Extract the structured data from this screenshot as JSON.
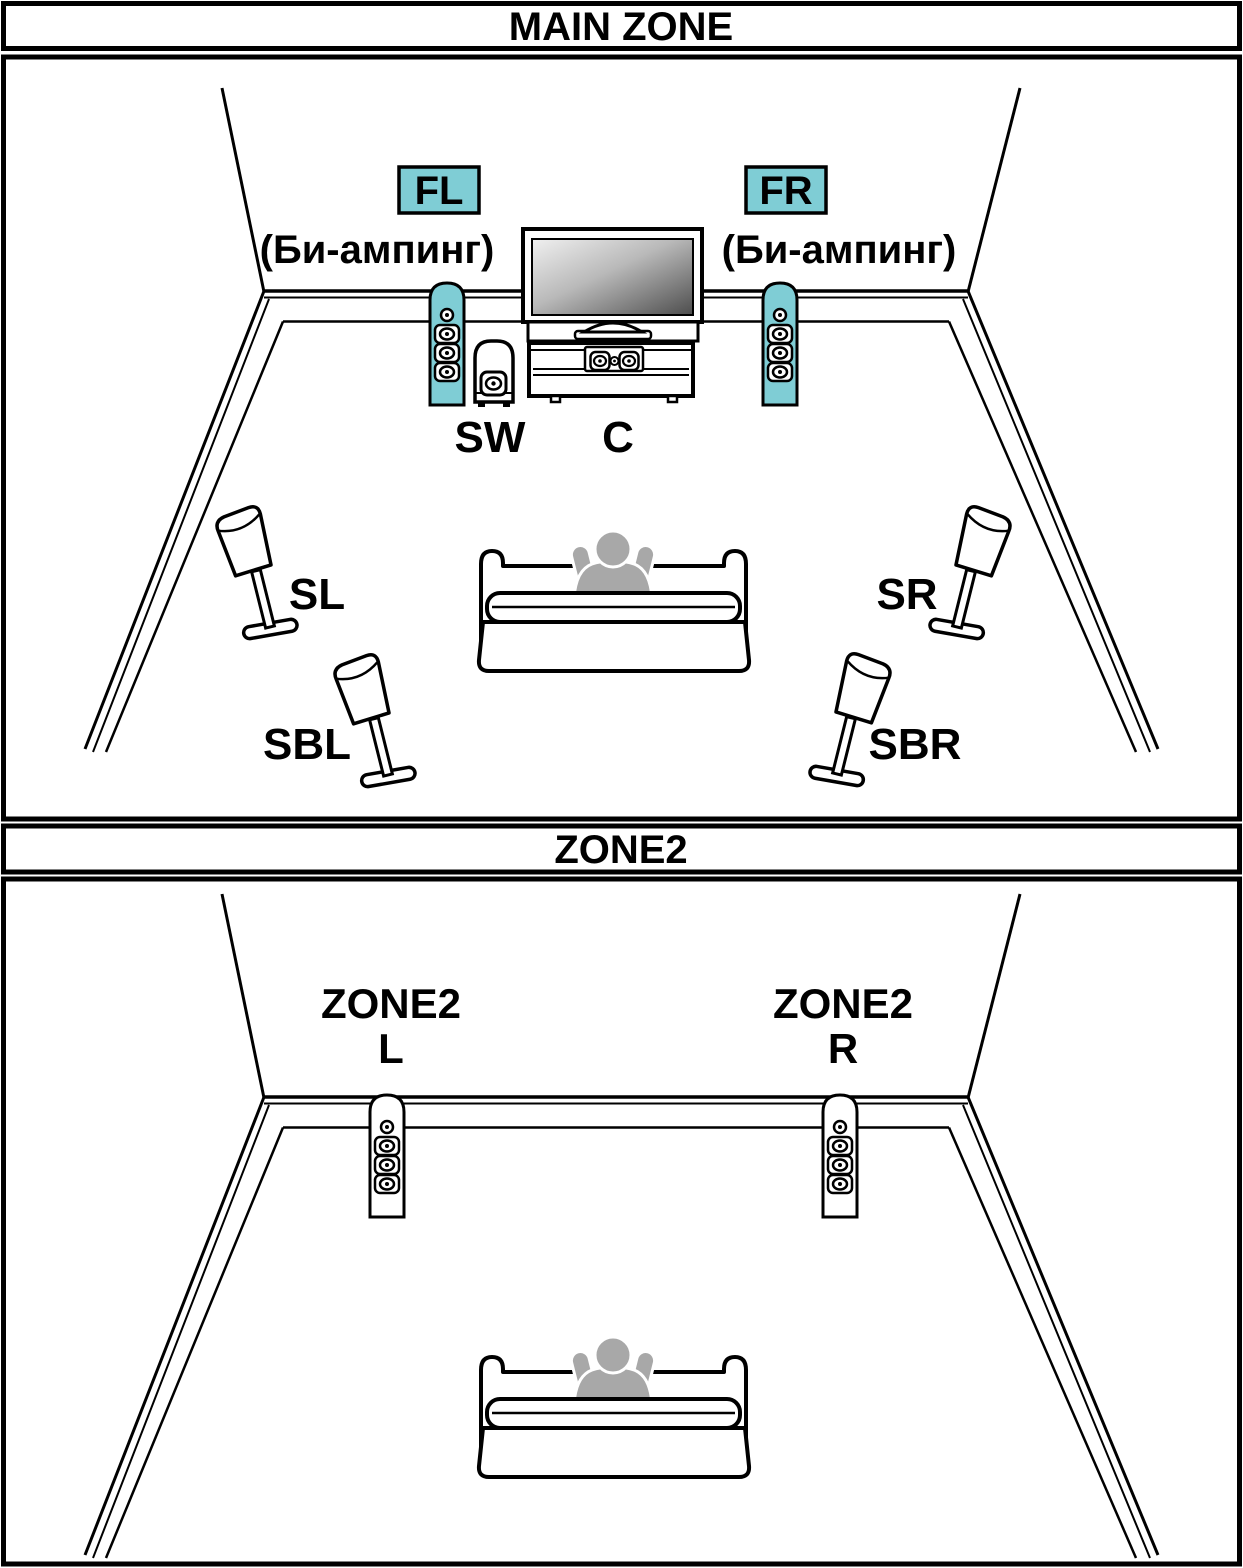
{
  "main_zone": {
    "title": "MAIN ZONE",
    "front_left_badge": "FL",
    "front_left_note": "(Би-ампинг)",
    "front_right_badge": "FR",
    "front_right_note": "(Би-ампинг)",
    "subwoofer": "SW",
    "center": "C",
    "surround_left": "SL",
    "surround_right": "SR",
    "surround_back_left": "SBL",
    "surround_back_right": "SBR"
  },
  "zone2": {
    "title": "ZONE2",
    "left_label_line1": "ZONE2",
    "left_label_line2": "L",
    "right_label_line1": "ZONE2",
    "right_label_line2": "R"
  },
  "colors": {
    "highlight_teal": "#7FCDD5",
    "speaker_white": "#FFFFFF",
    "person_gray": "#A8A8A8"
  }
}
